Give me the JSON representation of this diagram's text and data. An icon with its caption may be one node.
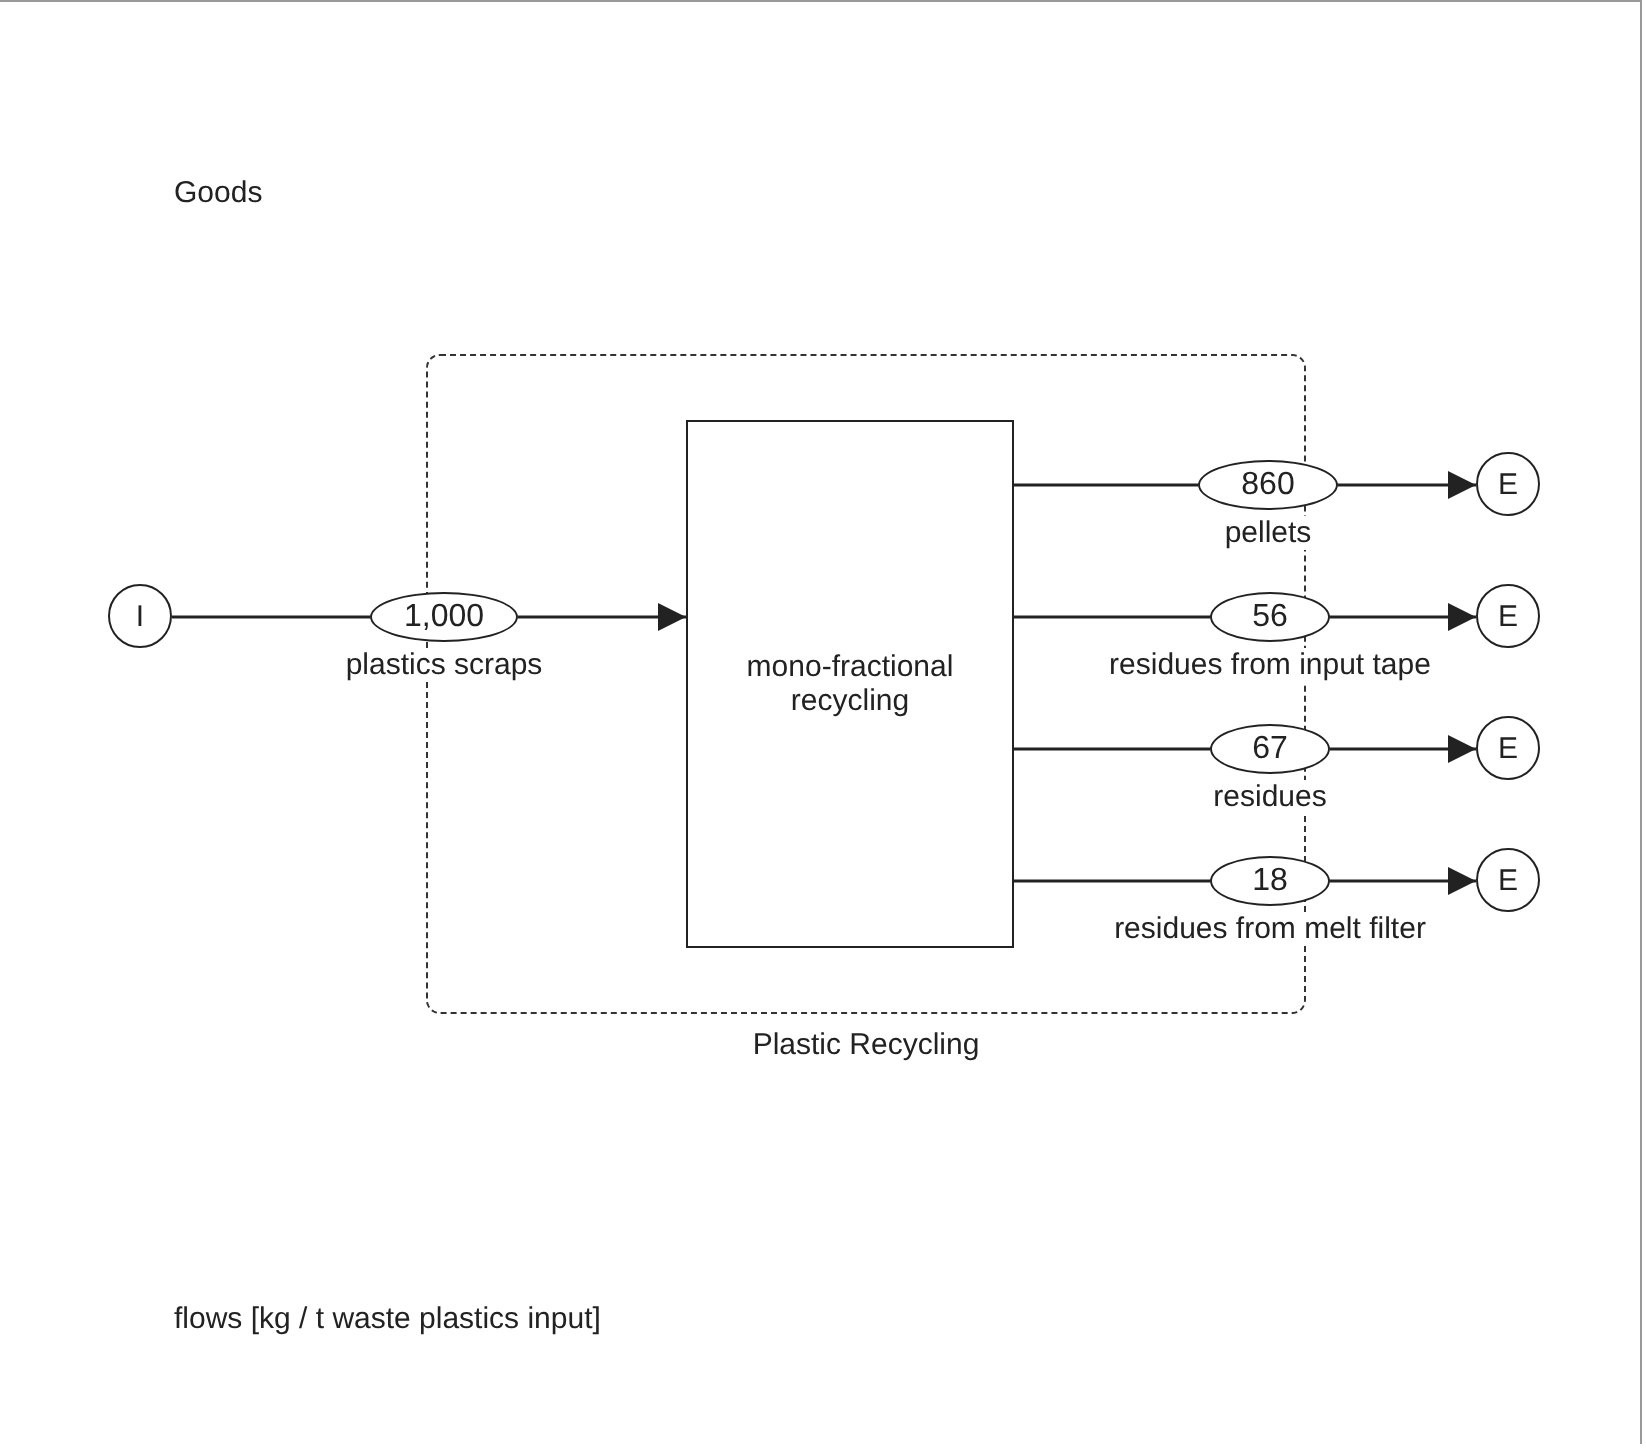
{
  "diagram": {
    "nodes": [
      {
        "text": [
          "Plastic Recycling"
        ]
      },
      {
        "text": [
          "I"
        ]
      },
      {
        "text": [
          "1,000"
        ],
        "beside": [
          "plastics scraps"
        ]
      },
      {
        "text": [
          "mono-fractional recycling"
        ],
        "in": 0
      },
      {
        "text": [
          "860"
        ],
        "beside": [
          "pellets"
        ]
      },
      {
        "text": [
          "E"
        ]
      },
      {
        "text": [
          "56"
        ],
        "beside": [
          "residues from input tape"
        ]
      },
      {
        "text": [
          "E"
        ]
      },
      {
        "text": [
          "67"
        ],
        "beside": [
          "residues"
        ]
      },
      {
        "text": [
          "E"
        ]
      },
      {
        "text": [
          "18"
        ],
        "beside": [
          "residues from melt filter"
        ]
      },
      {
        "text": [
          "E"
        ]
      }
    ],
    "edges": [
      {
        "from": 1,
        "to": 2,
        "arrow": "none"
      },
      {
        "from": 2,
        "to": 3,
        "arrow": "to"
      },
      {
        "from": 3,
        "to": 4,
        "arrow": "none"
      },
      {
        "from": 4,
        "to": 5,
        "arrow": "to"
      },
      {
        "from": 3,
        "to": 6,
        "arrow": "none"
      },
      {
        "from": 6,
        "to": 7,
        "arrow": "to"
      },
      {
        "from": 3,
        "to": 8,
        "arrow": "none"
      },
      {
        "from": 8,
        "to": 9,
        "arrow": "to"
      },
      {
        "from": 3,
        "to": 10,
        "arrow": "none"
      },
      {
        "from": 10,
        "to": 11,
        "arrow": "to"
      }
    ],
    "labels": [
      "Goods",
      "flows [kg / t waste plastics input]"
    ]
  }
}
